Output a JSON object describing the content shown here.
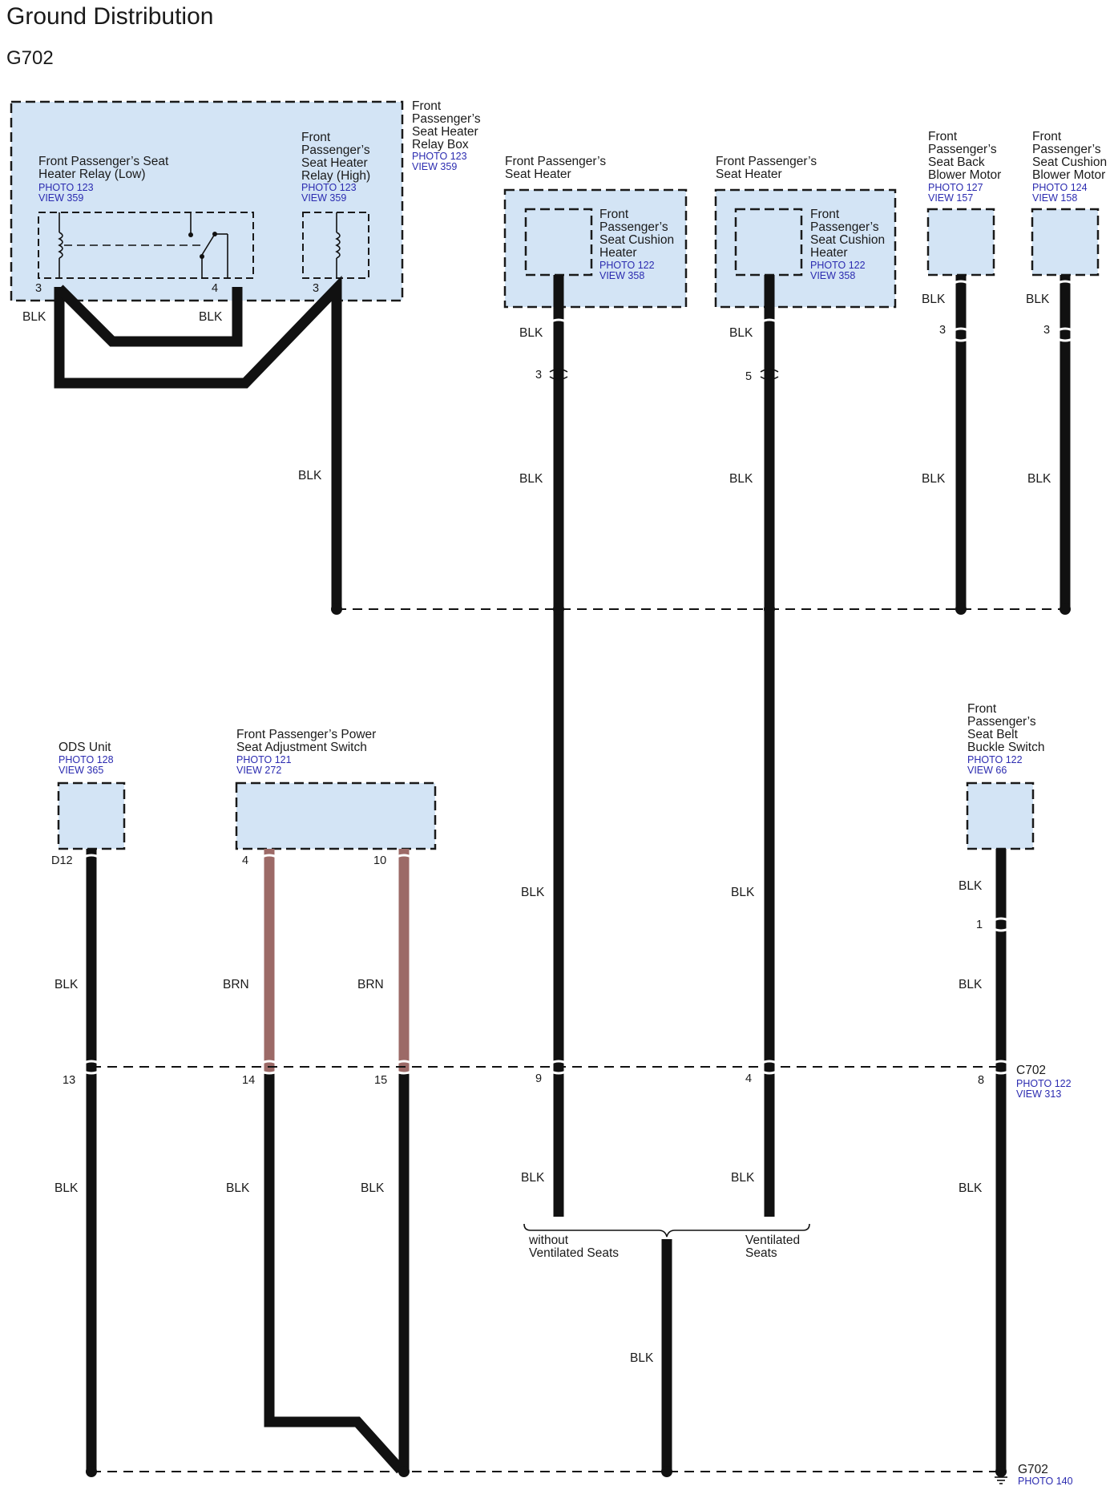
{
  "header": {
    "title": "Ground Distribution",
    "subtitle": "G702"
  },
  "relay_box": {
    "label": [
      "Front",
      "Passenger’s",
      "Seat Heater",
      "Relay Box"
    ],
    "refs": [
      "PHOTO 123",
      "VIEW 359"
    ],
    "relay_low": {
      "label": [
        "Front Passenger’s Seat",
        "Heater Relay (Low)"
      ],
      "refs": [
        "PHOTO 123",
        "VIEW 359"
      ],
      "pins": [
        "3",
        "4"
      ]
    },
    "relay_high": {
      "label": [
        "Front",
        "Passenger’s",
        "Seat Heater",
        "Relay (High)"
      ],
      "refs": [
        "PHOTO 123",
        "VIEW 359"
      ],
      "pin": "3"
    }
  },
  "seat_heater_a": {
    "label": [
      "Front Passenger’s",
      "Seat Heater"
    ],
    "inner_label": [
      "Front",
      "Passenger’s",
      "Seat Cushion",
      "Heater"
    ],
    "refs": [
      "PHOTO 122",
      "VIEW 358"
    ],
    "pin": "3",
    "mid_pin": "9"
  },
  "seat_heater_b": {
    "label": [
      "Front Passenger’s",
      "Seat Heater"
    ],
    "inner_label": [
      "Front",
      "Passenger’s",
      "Seat Cushion",
      "Heater"
    ],
    "refs": [
      "PHOTO 122",
      "VIEW 358"
    ],
    "pin": "5",
    "mid_pin": "4"
  },
  "seat_back_blower": {
    "label": [
      "Front",
      "Passenger’s",
      "Seat Back",
      "Blower Motor"
    ],
    "refs": [
      "PHOTO 127",
      "VIEW 157"
    ],
    "pin": "3"
  },
  "seat_cushion_blower": {
    "label": [
      "Front",
      "Passenger’s",
      "Seat Cushion",
      "Blower Motor"
    ],
    "refs": [
      "PHOTO 124",
      "VIEW 158"
    ],
    "pin": "3"
  },
  "ods_unit": {
    "label": [
      "ODS Unit"
    ],
    "refs": [
      "PHOTO 128",
      "VIEW 365"
    ],
    "pin": "D12",
    "mid_pin": "13"
  },
  "power_seat_switch": {
    "label": [
      "Front Passenger’s Power",
      "Seat Adjustment Switch"
    ],
    "refs": [
      "PHOTO 121",
      "VIEW 272"
    ],
    "pins": [
      "4",
      "10"
    ],
    "mid_pins": [
      "14",
      "15"
    ]
  },
  "seat_belt_switch": {
    "label": [
      "Front",
      "Passenger’s",
      "Seat Belt",
      "Buckle Switch"
    ],
    "refs": [
      "PHOTO 122",
      "VIEW 66"
    ],
    "pin": "1",
    "mid_pin": "8"
  },
  "connector_c702": {
    "name": "C702",
    "refs": [
      "PHOTO 122",
      "VIEW 313"
    ]
  },
  "ground_g702": {
    "name": "G702",
    "refs": [
      "PHOTO 140"
    ]
  },
  "options": {
    "without": [
      "without",
      "Ventilated Seats"
    ],
    "with": [
      "Ventilated",
      "Seats"
    ]
  },
  "wire_colors": {
    "blk": "BLK",
    "brn": "BRN"
  },
  "colors": {
    "component_fill": "#d3e4f5",
    "blk_wire": "#111111",
    "brn_wire": "#9c6a67",
    "reference_text": "#2b2bb0"
  }
}
